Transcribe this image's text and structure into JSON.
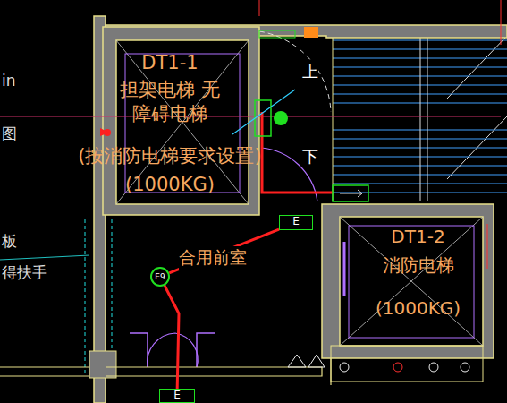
{
  "diagram": {
    "nodes": [
      {
        "text": [
          "DT1-1",
          "担架电梯 无障碍电梯",
          "(按消防电梯要求设置)",
          "(1000KG)"
        ]
      },
      {
        "text": [
          "DT1-2",
          "消防电梯",
          "(1000KG)"
        ]
      },
      {
        "text": [
          "E"
        ]
      },
      {
        "text": [
          "E9"
        ]
      },
      {
        "text": [
          "E"
        ]
      }
    ],
    "edges": [
      {
        "from": 3,
        "to": 2,
        "arrow": "none"
      },
      {
        "from": 3,
        "to": 4,
        "arrow": "none"
      }
    ],
    "labels": [
      "上",
      "下",
      "合用前室",
      "in",
      "图",
      "板",
      "得扶手"
    ]
  }
}
